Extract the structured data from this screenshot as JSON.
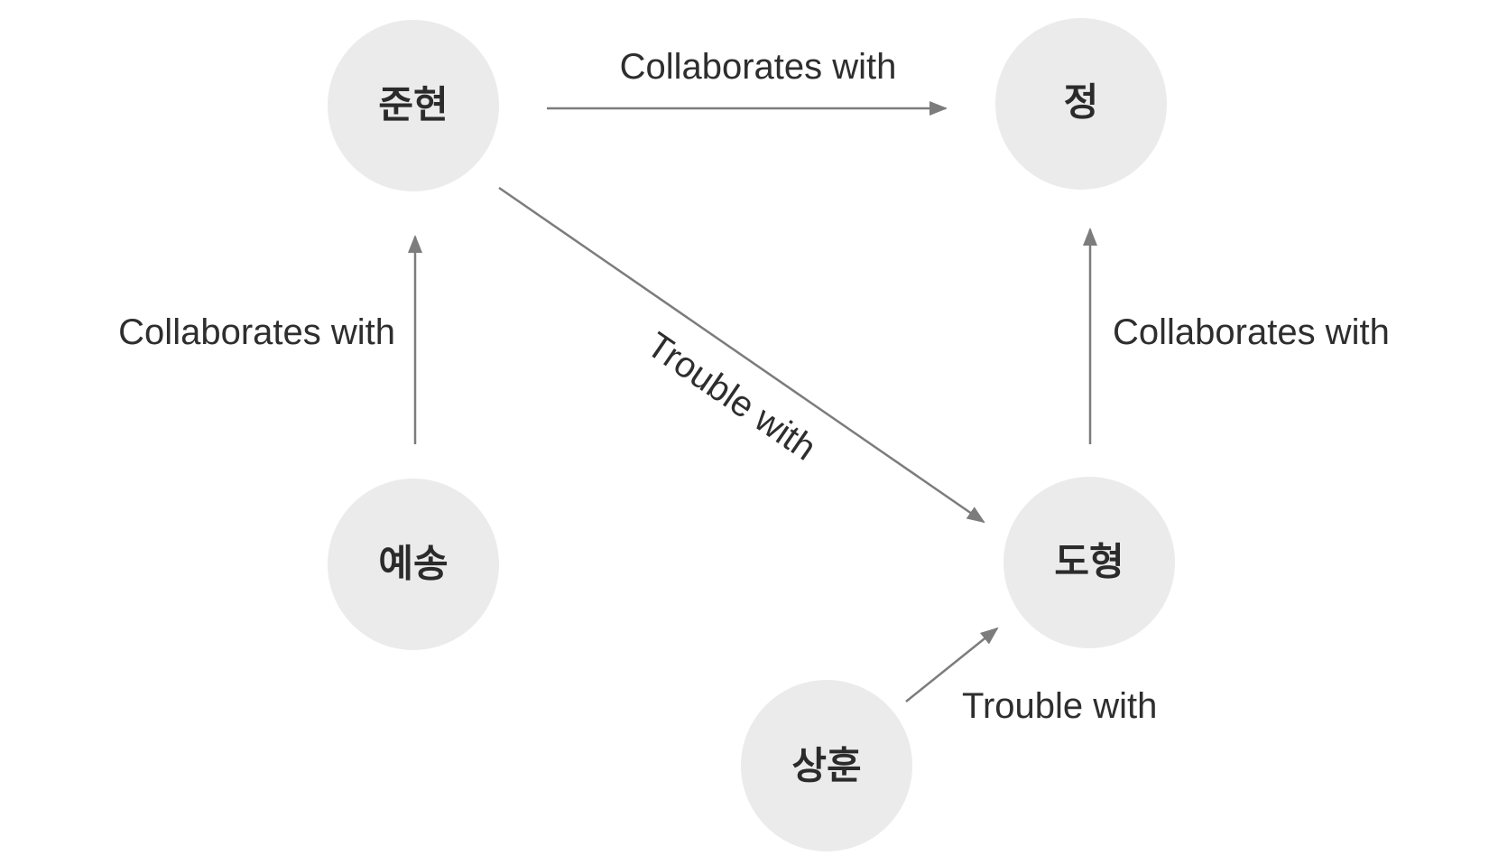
{
  "nodes": [
    {
      "id": "junhyeon",
      "label": "준현"
    },
    {
      "id": "jeong",
      "label": "정"
    },
    {
      "id": "yesong",
      "label": "예송"
    },
    {
      "id": "dohyeong",
      "label": "도형"
    },
    {
      "id": "sanghun",
      "label": "상훈"
    }
  ],
  "edges": [
    {
      "from": "junhyeon",
      "to": "jeong",
      "label": "Collaborates with"
    },
    {
      "from": "yesong",
      "to": "junhyeon",
      "label": "Collaborates with"
    },
    {
      "from": "junhyeon",
      "to": "dohyeong",
      "label": "Trouble with"
    },
    {
      "from": "dohyeong",
      "to": "jeong",
      "label": "Collaborates with"
    },
    {
      "from": "sanghun",
      "to": "dohyeong",
      "label": "Trouble with"
    }
  ],
  "colors": {
    "node_fill": "#ebebeb",
    "edge": "#7c7c7c",
    "text": "#2e2e2e"
  }
}
